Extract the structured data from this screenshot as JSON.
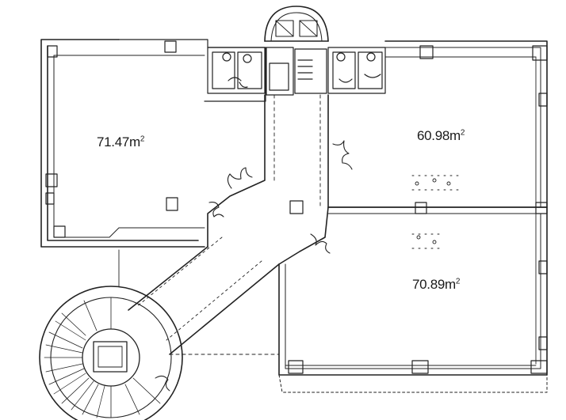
{
  "rooms": [
    {
      "id": "west",
      "area_value": "71.47m",
      "area_unit_sup": "2"
    },
    {
      "id": "northeast",
      "area_value": "60.98m",
      "area_unit_sup": "2"
    },
    {
      "id": "southeast",
      "area_value": "70.89m",
      "area_unit_sup": "2"
    }
  ],
  "colors": {
    "line": "#222222",
    "background": "#ffffff"
  }
}
